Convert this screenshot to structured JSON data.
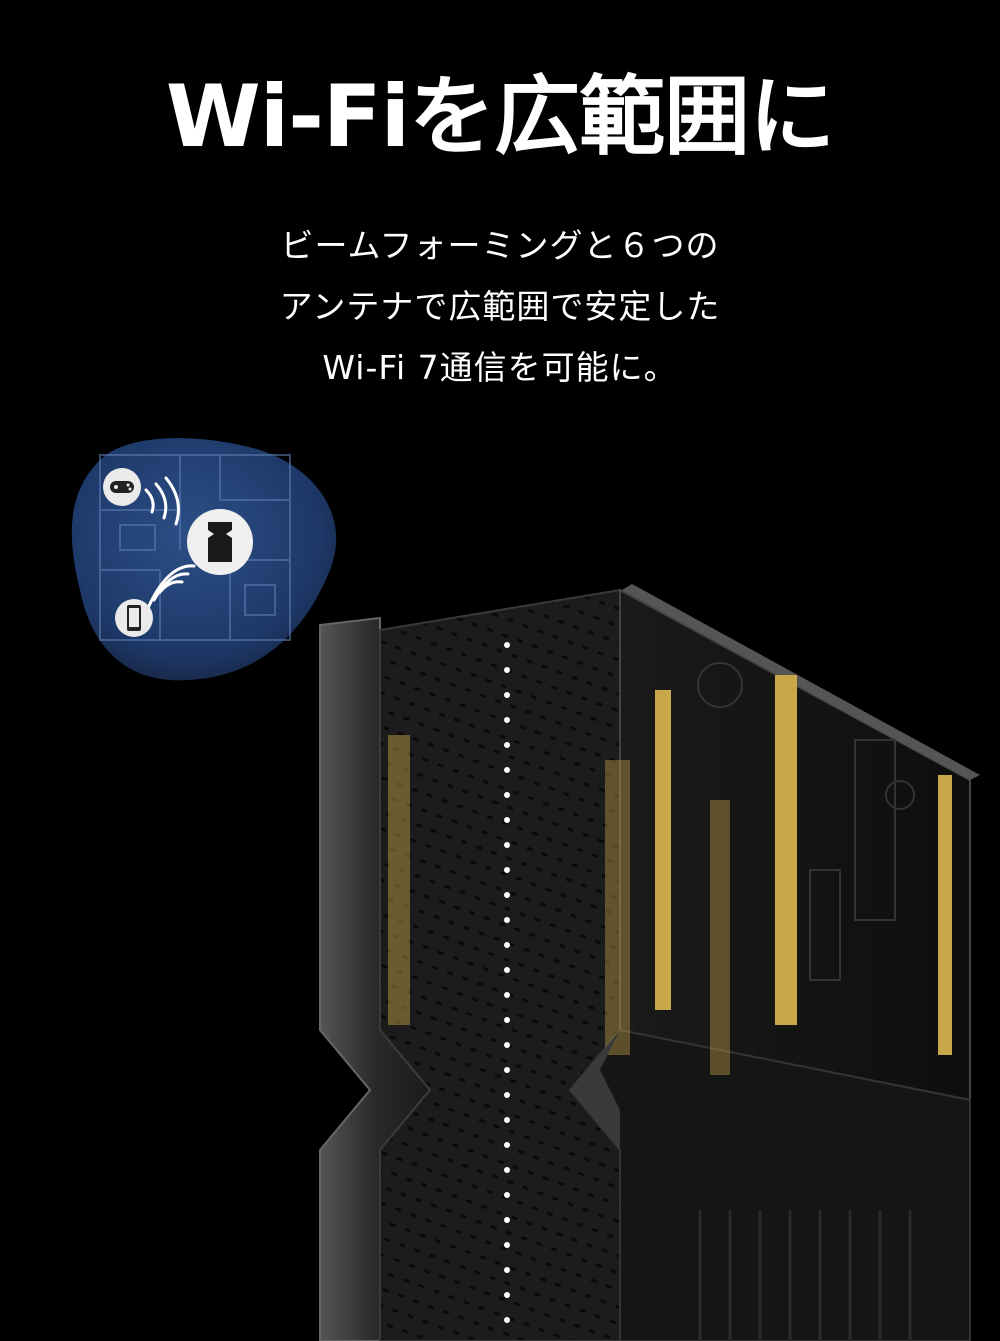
{
  "headline": "Wi-Fiを広範囲に",
  "subtext": {
    "line1": "ビームフォーミングと６つの",
    "line2": "アンテナで広範囲で安定した",
    "line3": "Wi-Fi 7通信を可能に。"
  },
  "colors": {
    "background": "#000000",
    "text": "#ffffff",
    "coverage_blob": "#1f3a66",
    "antenna_gold": "#c9a84a",
    "router_body": "#1a1a1a"
  },
  "icons": [
    "gamepad-icon",
    "router-icon",
    "smartphone-icon",
    "wifi-signal-icon"
  ]
}
